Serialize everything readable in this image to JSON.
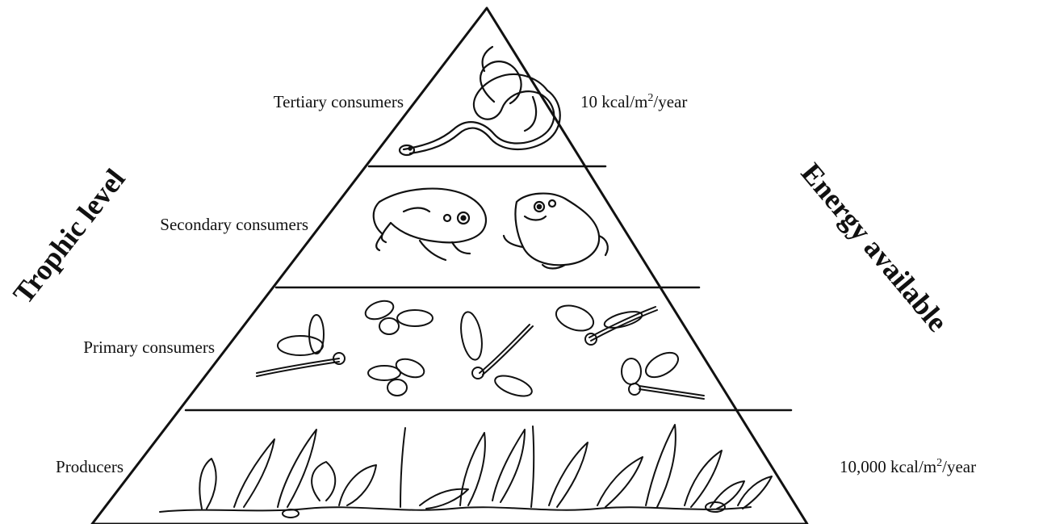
{
  "side_labels": {
    "left": "Trophic level",
    "right": "Energy available"
  },
  "levels": [
    {
      "label": "Tertiary consumers",
      "organism_icon": "snake-icon",
      "energy": {
        "value": "10 kcal/m",
        "sup": "2",
        "unit": "/year"
      }
    },
    {
      "label": "Secondary consumers",
      "organism_icon": "frog-icon",
      "energy": null
    },
    {
      "label": "Primary consumers",
      "organism_icon": "insect-icon",
      "energy": null
    },
    {
      "label": "Producers",
      "organism_icon": "plant-icon",
      "energy": {
        "value": "10,000 kcal/m",
        "sup": "2",
        "unit": "/year"
      }
    }
  ]
}
